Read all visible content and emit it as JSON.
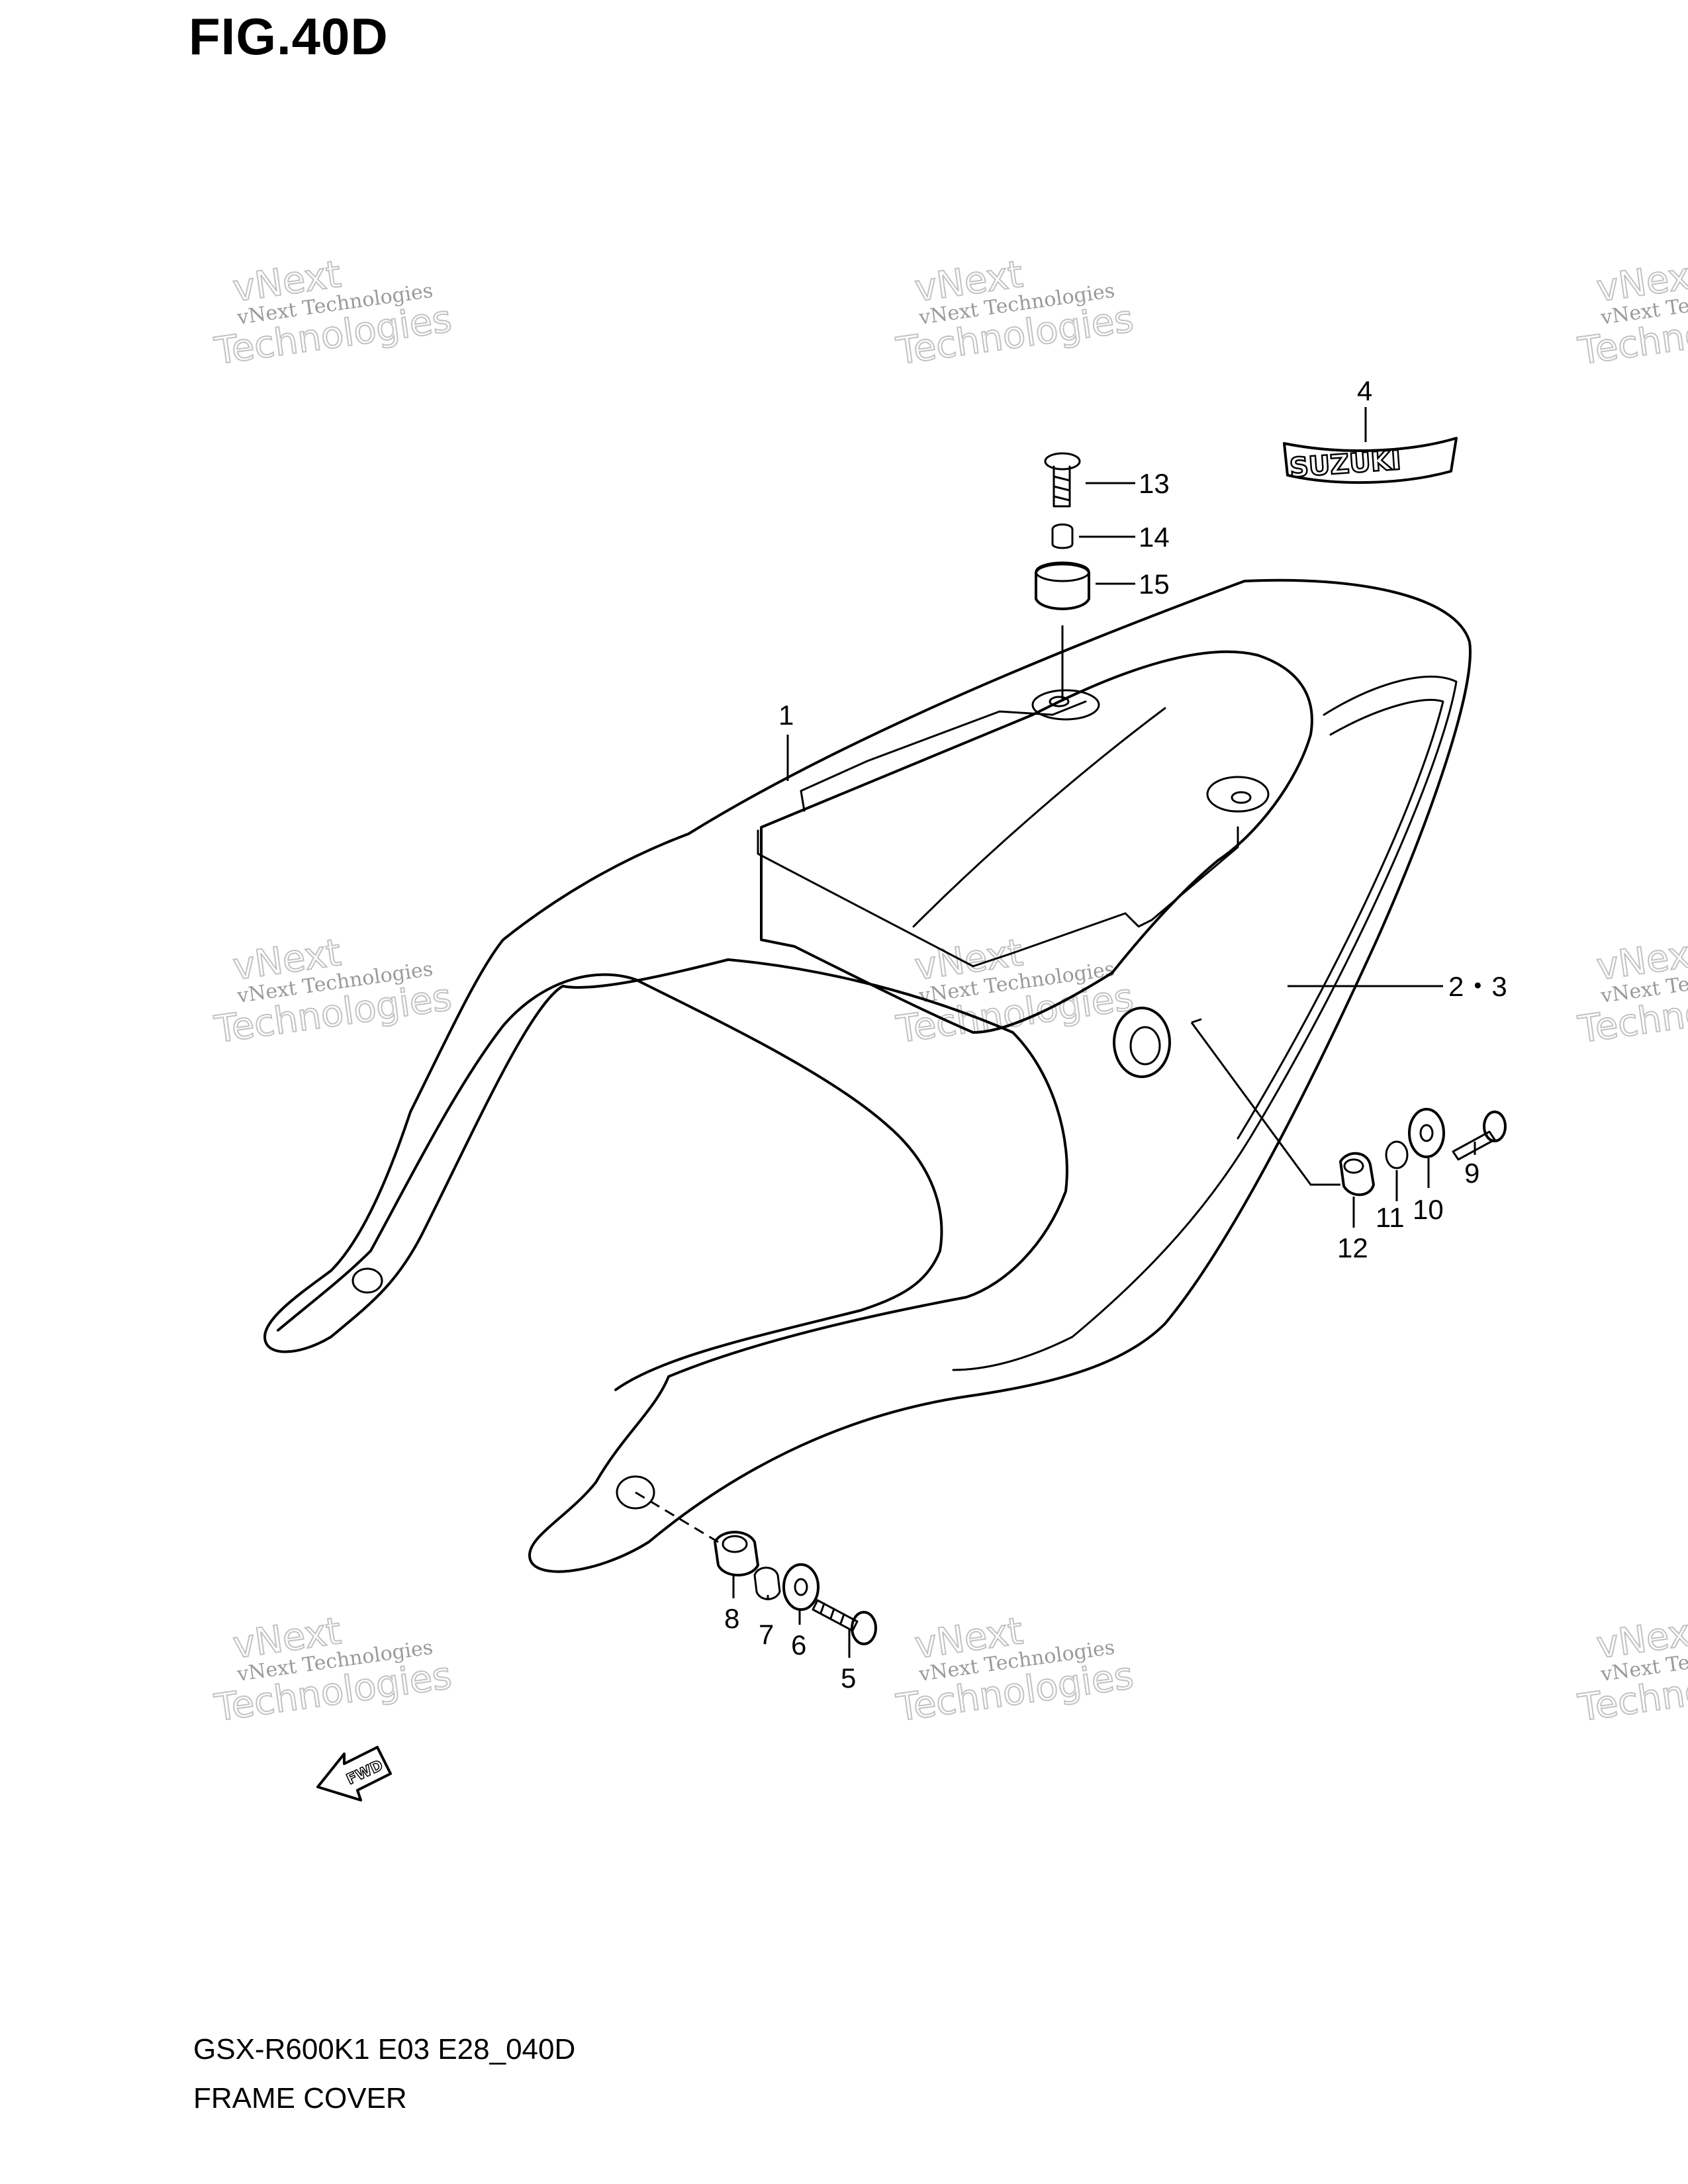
{
  "figure": {
    "title": "FIG.40D",
    "model_code": "GSX-R600K1 E03 E28_040D",
    "name": "FRAME COVER"
  },
  "watermark": {
    "line1": "vNext Technologies",
    "big_word1": "vNext",
    "big_word2": "Technologies"
  },
  "emblem": {
    "text": "SUZUKI"
  },
  "direction_marker": {
    "text": "FWD"
  },
  "callouts": {
    "c1": "1",
    "c2_3": "2・3",
    "c4": "4",
    "c5": "5",
    "c6": "6",
    "c7": "7",
    "c8": "8",
    "c9": "9",
    "c10": "10",
    "c11": "11",
    "c12": "12",
    "c13": "13",
    "c14": "14",
    "c15": "15"
  }
}
